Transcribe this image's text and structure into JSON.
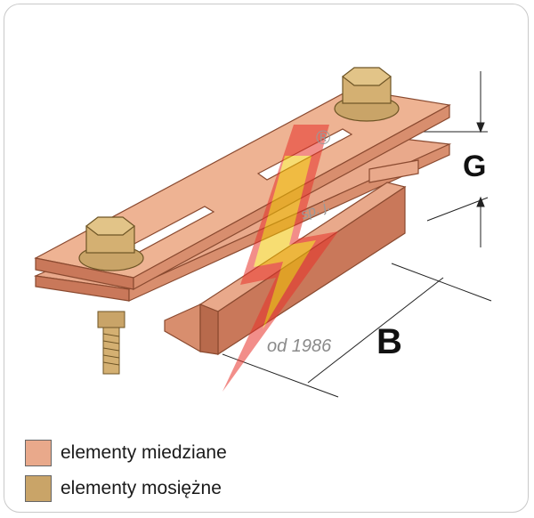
{
  "dimensions": {
    "g_label": "G",
    "b_label": "B"
  },
  "watermark": {
    "since_text": "od 1986",
    "registered_mark": "®",
    "company_suffix": "sp. j."
  },
  "legend": [
    {
      "label": "elementy miedziane",
      "color": "#e9a98b"
    },
    {
      "label": "elementy mosiężne",
      "color": "#c9a468"
    }
  ],
  "colors": {
    "copper": "#e9a98b",
    "copper_dark": "#c9785a",
    "brass": "#c9a468",
    "brass_dark": "#9a7a40",
    "logo_red": "#e8322a",
    "logo_yellow": "#f2c200"
  }
}
